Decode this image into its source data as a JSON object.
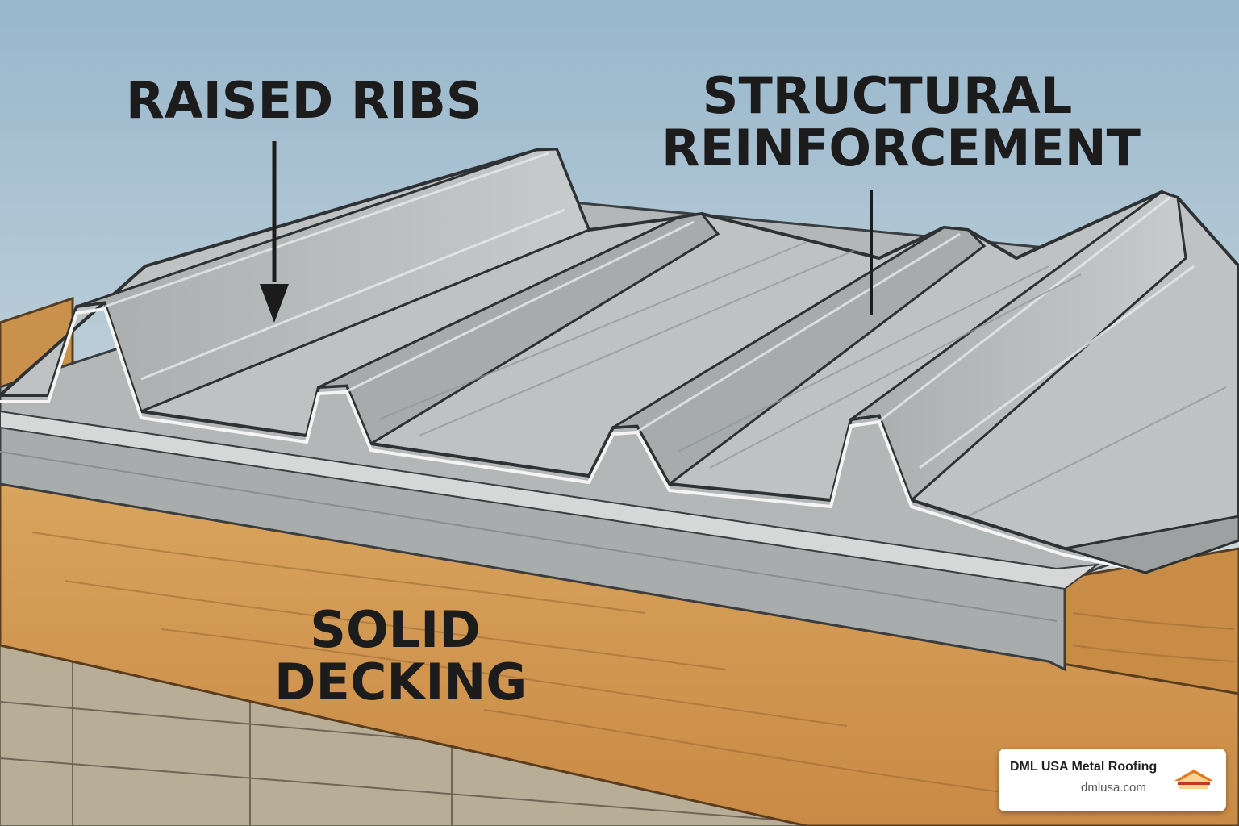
{
  "labels": {
    "raised_ribs": "RAISED RIBS",
    "structural_line1": "STRUCTURAL",
    "structural_line2": "REINFORCEMENT",
    "decking_line1": "SOLID",
    "decking_line2": "DECKING"
  },
  "brand": {
    "name": "DML USA Metal Roofing",
    "url": "dmlusa.com",
    "logo_text": "DML USA METAL ROOFING",
    "logo_icon": "roof-logo-icon"
  },
  "colors": {
    "sky_top": "#98b6cc",
    "sky_bottom": "#e4e9e6",
    "metal": "#b9bcbd",
    "metal_shadow": "#8e9395",
    "wood": "#d39a53",
    "wood_dark": "#a8733a",
    "label_text": "#1c1c1c"
  }
}
